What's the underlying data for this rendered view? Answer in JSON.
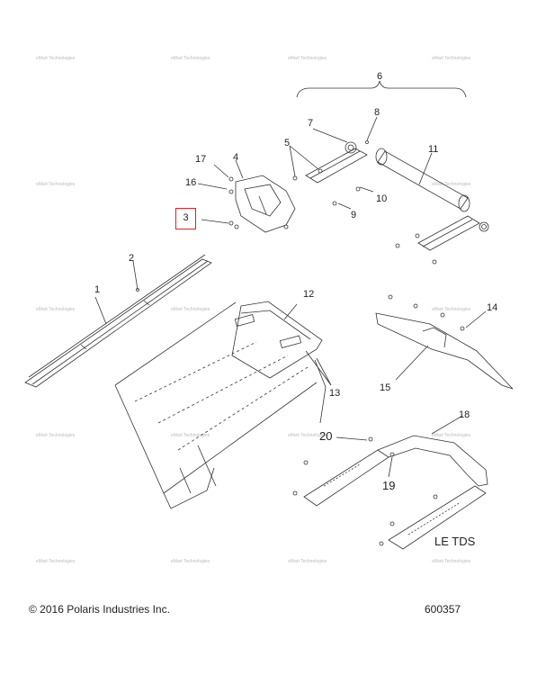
{
  "callouts": {
    "n1": "1",
    "n2": "2",
    "n3": "3",
    "n4": "4",
    "n5": "5",
    "n6": "6",
    "n7": "7",
    "n8": "8",
    "n9": "9",
    "n10": "10",
    "n11": "11",
    "n12": "12",
    "n13": "13",
    "n14": "14",
    "n15": "15",
    "n16": "16",
    "n17": "17",
    "n18": "18",
    "n19": "19",
    "n20": "20"
  },
  "highlighted_callout": "3",
  "variant_label": "LE TDS",
  "copyright": "© 2016 Polaris Industries Inc.",
  "part_number": "600357",
  "watermark": "eMart Technologies",
  "colors": {
    "line": "#333333",
    "highlight": "#dd2222"
  }
}
